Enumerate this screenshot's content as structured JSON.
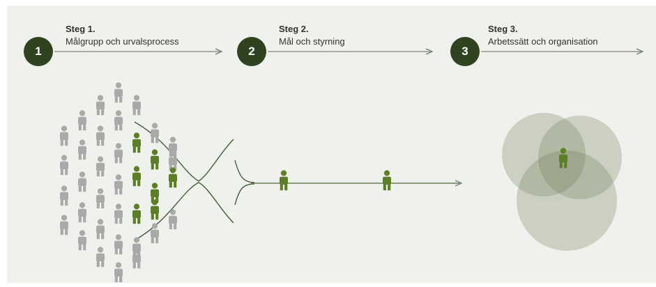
{
  "steps": [
    {
      "number": "1",
      "heading": "Steg 1.",
      "label": "Målgrupp och urvalsprocess"
    },
    {
      "number": "2",
      "heading": "Steg 2.",
      "label": "Mål och styrning"
    },
    {
      "number": "3",
      "heading": "Steg 3.",
      "label": "Arbetssätt och organisation"
    }
  ],
  "colors": {
    "background": "#eff1ec",
    "step_circle": "#2f4321",
    "person_grey": "#a9a9a9",
    "person_green": "#5b7f24",
    "arrow": "#7f857a",
    "circle_fill": "#6e7b55"
  },
  "icons": {
    "person": "person-icon"
  }
}
